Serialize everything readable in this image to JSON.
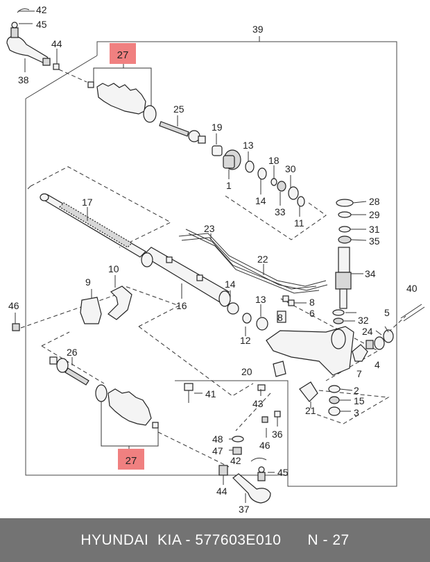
{
  "diagram": {
    "callouts": [
      {
        "id": "c42a",
        "text": "42"
      },
      {
        "id": "c45a",
        "text": "45"
      },
      {
        "id": "c44a",
        "text": "44"
      },
      {
        "id": "c38",
        "text": "38"
      },
      {
        "id": "c39",
        "text": "39"
      },
      {
        "id": "c25",
        "text": "25"
      },
      {
        "id": "c19",
        "text": "19"
      },
      {
        "id": "c13a",
        "text": "13"
      },
      {
        "id": "c1",
        "text": "1"
      },
      {
        "id": "c18",
        "text": "18"
      },
      {
        "id": "c30",
        "text": "30"
      },
      {
        "id": "c14a",
        "text": "14"
      },
      {
        "id": "c33",
        "text": "33"
      },
      {
        "id": "c11",
        "text": "11"
      },
      {
        "id": "c28",
        "text": "28"
      },
      {
        "id": "c29",
        "text": "29"
      },
      {
        "id": "c17",
        "text": "17"
      },
      {
        "id": "c31",
        "text": "31"
      },
      {
        "id": "c35",
        "text": "35"
      },
      {
        "id": "c23",
        "text": "23"
      },
      {
        "id": "c22",
        "text": "22"
      },
      {
        "id": "c34",
        "text": "34"
      },
      {
        "id": "c10",
        "text": "10"
      },
      {
        "id": "c9",
        "text": "9"
      },
      {
        "id": "c14b",
        "text": "14"
      },
      {
        "id": "c16",
        "text": "16"
      },
      {
        "id": "c13b",
        "text": "13"
      },
      {
        "id": "c8a",
        "text": "8"
      },
      {
        "id": "c8b",
        "text": "8"
      },
      {
        "id": "c40",
        "text": "40"
      },
      {
        "id": "c46a",
        "text": "46"
      },
      {
        "id": "c6",
        "text": "6"
      },
      {
        "id": "c32",
        "text": "32"
      },
      {
        "id": "c5",
        "text": "5"
      },
      {
        "id": "c12",
        "text": "12"
      },
      {
        "id": "c24",
        "text": "24"
      },
      {
        "id": "c4",
        "text": "4"
      },
      {
        "id": "c26",
        "text": "26"
      },
      {
        "id": "c7",
        "text": "7"
      },
      {
        "id": "c20",
        "text": "20"
      },
      {
        "id": "c2",
        "text": "2"
      },
      {
        "id": "c41",
        "text": "41"
      },
      {
        "id": "c43",
        "text": "43"
      },
      {
        "id": "c15",
        "text": "15"
      },
      {
        "id": "c21",
        "text": "21"
      },
      {
        "id": "c3",
        "text": "3"
      },
      {
        "id": "c36",
        "text": "36"
      },
      {
        "id": "c46b",
        "text": "46"
      },
      {
        "id": "c48",
        "text": "48"
      },
      {
        "id": "c47",
        "text": "47"
      },
      {
        "id": "c42b",
        "text": "42"
      },
      {
        "id": "c45b",
        "text": "45"
      },
      {
        "id": "c44b",
        "text": "44"
      },
      {
        "id": "c37",
        "text": "37"
      }
    ],
    "highlighted": [
      {
        "id": "h27a",
        "text": "27"
      },
      {
        "id": "h27b",
        "text": "27"
      }
    ],
    "highlight_color": "#f08080"
  },
  "footer": {
    "text": "HYUNDAI  KIA - 577603E010      N - 27",
    "background": "#737373"
  }
}
